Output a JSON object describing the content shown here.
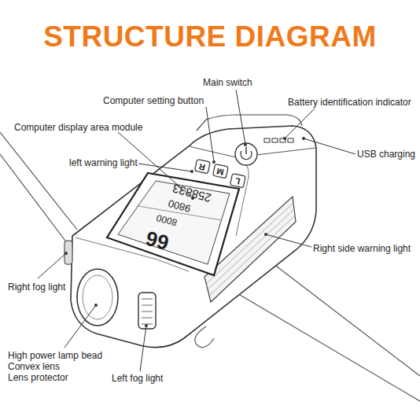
{
  "diagram": {
    "title": "STRUCTURE DIAGRAM",
    "labels": [
      "Main switch",
      "Computer setting button",
      "Battery identification indicator",
      "Computer display area module",
      "USB charging",
      "left warning light",
      "Right side warning light",
      "Right fog light",
      "High power lamp bead",
      "Convex lens",
      "Lens protector",
      "Left fog light",
      "R",
      "M",
      "L",
      "258833",
      "9800",
      "8000",
      "66"
    ]
  }
}
